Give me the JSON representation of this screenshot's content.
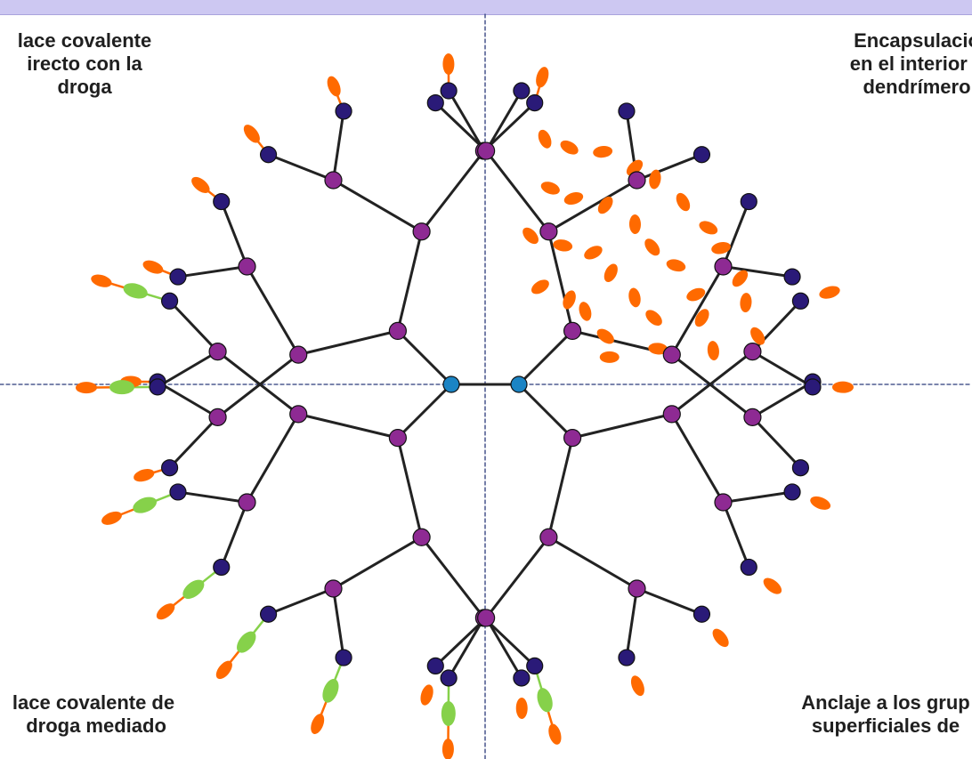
{
  "quadrants": {
    "top_left": "lace covalente\nirecto con la\ndroga",
    "top_right": "Encapsulació\nen el interior c\ndendrímero",
    "bottom_left": "lace covalente de\n droga mediado\n",
    "bottom_right": "Anclaje a los grup\nsuperficiales de"
  },
  "colors": {
    "core": "#1b84c4",
    "branch_node": "#8e2a93",
    "terminal_node": "#2a1a78",
    "drug": "#ff6a00",
    "linker": "#86d14a",
    "bond": "#222222",
    "axis": "#2b3a7a",
    "banner": "#cdc8f2"
  }
}
